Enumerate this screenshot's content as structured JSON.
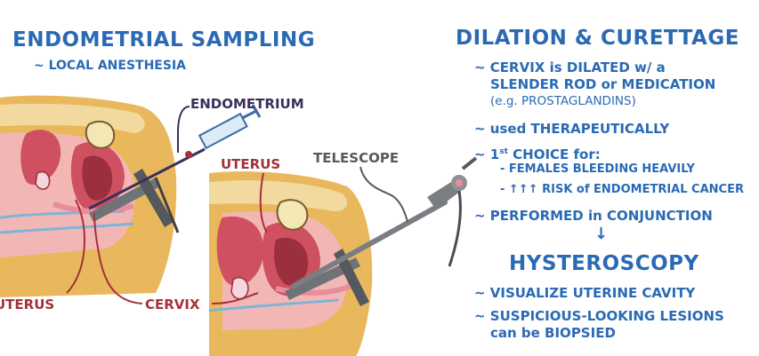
{
  "left": {
    "title": "ENDOMETRIAL SAMPLING",
    "note": "~ LOCAL ANESTHESIA"
  },
  "labels": {
    "endometrium": "ENDOMETRIUM",
    "uterus_mid": "UTERUS",
    "telescope": "TELESCOPE",
    "uterus_left": "UTERUS",
    "cervix": "CERVIX"
  },
  "right": {
    "title": "DILATION & CURETTAGE",
    "l1": "~ CERVIX is DILATED w/ a",
    "l2": "SLENDER ROD or MEDICATION",
    "l3": "(e.g. PROSTAGLANDINS)",
    "l4": "~ used THERAPEUTICALLY",
    "l5_pre": "~ 1",
    "l5_sup": "st",
    "l5_post": " CHOICE for:",
    "l6": "- FEMALES BLEEDING HEAVILY",
    "l7": "- ↑↑↑ RISK of ENDOMETRIAL CANCER",
    "l8": "~ PERFORMED in CONJUNCTION",
    "arrow": "↓",
    "hysteroscopy": "HYSTEROSCOPY",
    "l9": "~ VISUALIZE UTERINE CAVITY",
    "l10": "~ SUSPICIOUS-LOOKING LESIONS",
    "l11": "can be BIOPSIED"
  },
  "colors": {
    "blue": "#2a6ab5",
    "red": "#a3323a",
    "skin": "#e9b85c",
    "tissue": "#cf5060",
    "pink": "#f2b7b4"
  }
}
